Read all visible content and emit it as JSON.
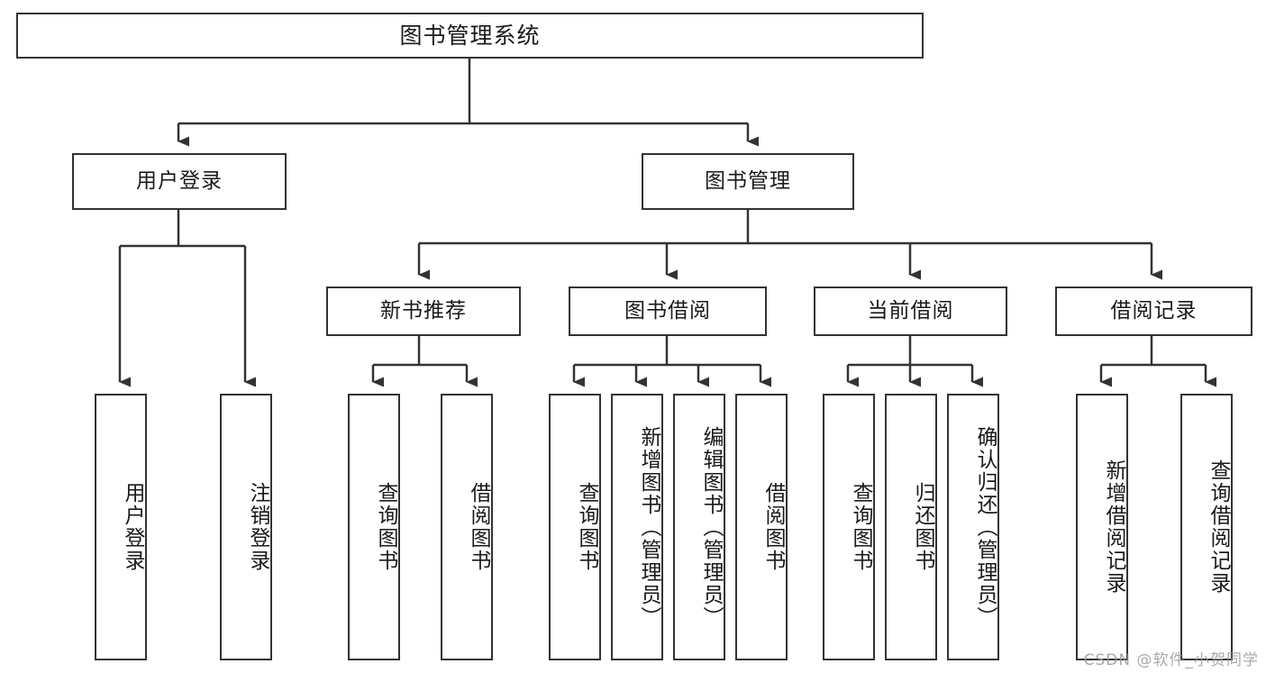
{
  "diagram": {
    "title": "图书管理系统",
    "type": "functional-structure-tree",
    "root": {
      "label": "图书管理系统"
    },
    "level2": [
      {
        "label": "用户登录"
      },
      {
        "label": "图书管理"
      }
    ],
    "level3": [
      {
        "label": "新书推荐"
      },
      {
        "label": "图书借阅"
      },
      {
        "label": "当前借阅"
      },
      {
        "label": "借阅记录"
      }
    ],
    "leaves": {
      "user_login": [
        {
          "label": "用户登录"
        },
        {
          "label": "注销登录"
        }
      ],
      "new_book_recommend": [
        {
          "label": "查询图书"
        },
        {
          "label": "借阅图书"
        }
      ],
      "book_borrow": [
        {
          "label": "查询图书"
        },
        {
          "label": "新增图书（管理员）"
        },
        {
          "label": "编辑图书（管理员）"
        },
        {
          "label": "借阅图书"
        }
      ],
      "current_borrow": [
        {
          "label": "查询图书"
        },
        {
          "label": "归还图书"
        },
        {
          "label": "确认归还（管理员）"
        }
      ],
      "borrow_record": [
        {
          "label": "新增借阅记录"
        },
        {
          "label": "查询借阅记录"
        }
      ]
    }
  },
  "watermark": {
    "text": "CSDN @软件_小贺同学"
  },
  "colors": {
    "stroke": "#333333",
    "fill": "#ffffff",
    "text": "#1a1a1a",
    "watermark": "#9a9a9a"
  }
}
